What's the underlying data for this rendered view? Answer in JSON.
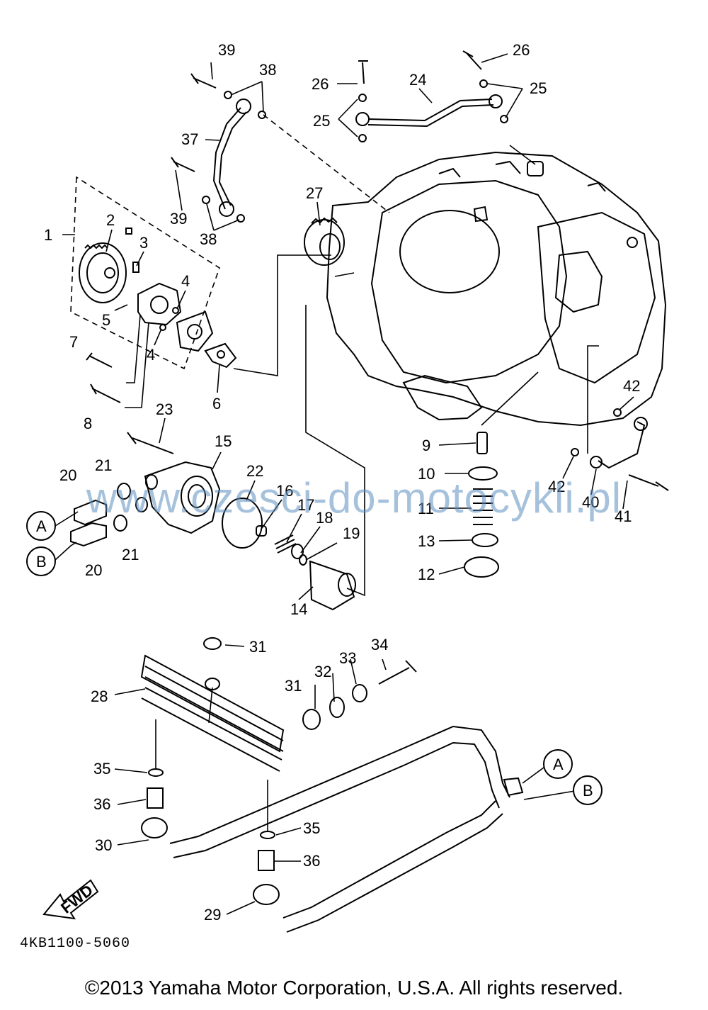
{
  "callouts": [
    "1",
    "2",
    "3",
    "4",
    "4",
    "5",
    "6",
    "7",
    "8",
    "9",
    "10",
    "11",
    "12",
    "13",
    "14",
    "15",
    "16",
    "17",
    "18",
    "19",
    "20",
    "20",
    "21",
    "21",
    "22",
    "23",
    "24",
    "25",
    "25",
    "26",
    "26",
    "27",
    "28",
    "29",
    "30",
    "31",
    "31",
    "32",
    "33",
    "34",
    "35",
    "35",
    "36",
    "36",
    "37",
    "38",
    "38",
    "39",
    "39",
    "40",
    "41",
    "42",
    "42"
  ],
  "connectors": {
    "a_left": "A",
    "b_left": "B",
    "a_right": "A",
    "b_right": "B"
  },
  "fwd_label": "FWD",
  "diagram_ref": "4KB1100-5060",
  "watermark": "www.czesci-do-motocykli.pl",
  "copyright": "©2013 Yamaha Motor Corporation, U.S.A. All rights reserved."
}
